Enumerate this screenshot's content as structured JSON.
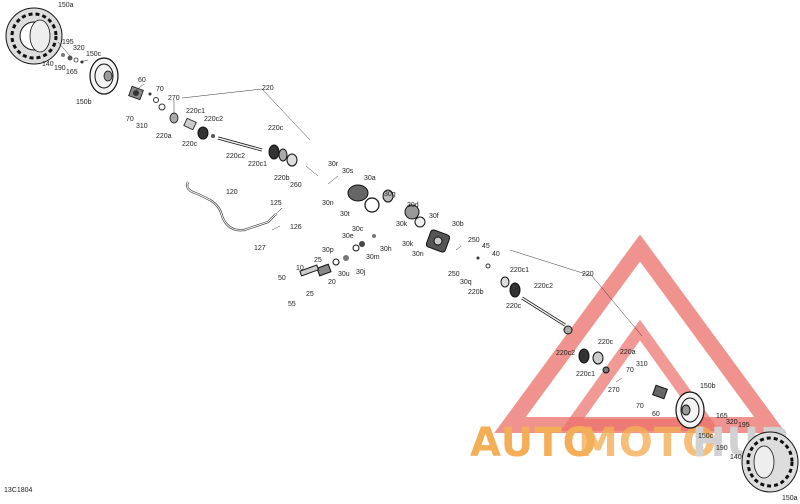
{
  "diagram_code": "13C1804",
  "watermark": {
    "text_orange": "AUTO",
    "text_gray_moto": "MOTO",
    "text_gray_hub": "HUB",
    "color_triangle": "#e8564f",
    "color_orange": "#f2a13a",
    "color_gray": "#c9c9c9"
  },
  "labels": [
    {
      "id": "150a-top",
      "text": "150a"
    },
    {
      "id": "195-top",
      "text": "195"
    },
    {
      "id": "320-top",
      "text": "320"
    },
    {
      "id": "150c-top",
      "text": "150c"
    },
    {
      "id": "140-top",
      "text": "140"
    },
    {
      "id": "190-top",
      "text": "190"
    },
    {
      "id": "165-top",
      "text": "165"
    },
    {
      "id": "60-top",
      "text": "60"
    },
    {
      "id": "150b-top",
      "text": "150b"
    },
    {
      "id": "70-top-a",
      "text": "70"
    },
    {
      "id": "70-top-b",
      "text": "70"
    },
    {
      "id": "270-top",
      "text": "270"
    },
    {
      "id": "310-top",
      "text": "310"
    },
    {
      "id": "220-top",
      "text": "220"
    },
    {
      "id": "220c1-top-a",
      "text": "220c1"
    },
    {
      "id": "220c2-top-a",
      "text": "220c2"
    },
    {
      "id": "220a-top",
      "text": "220a"
    },
    {
      "id": "220c-top-a",
      "text": "220c"
    },
    {
      "id": "220c-top-b",
      "text": "220c"
    },
    {
      "id": "220c2-top-b",
      "text": "220c2"
    },
    {
      "id": "220c1-top-b",
      "text": "220c1"
    },
    {
      "id": "220b-top",
      "text": "220b"
    },
    {
      "id": "260",
      "text": "260"
    },
    {
      "id": "30r",
      "text": "30r"
    },
    {
      "id": "30s",
      "text": "30s"
    },
    {
      "id": "30a",
      "text": "30a"
    },
    {
      "id": "30n-a",
      "text": "30n"
    },
    {
      "id": "30g",
      "text": "30g"
    },
    {
      "id": "30t",
      "text": "30t"
    },
    {
      "id": "30d",
      "text": "30d"
    },
    {
      "id": "30f",
      "text": "30f"
    },
    {
      "id": "30b",
      "text": "30b"
    },
    {
      "id": "30k-a",
      "text": "30k"
    },
    {
      "id": "30k-b",
      "text": "30k"
    },
    {
      "id": "30n-b",
      "text": "30n"
    },
    {
      "id": "30c",
      "text": "30c"
    },
    {
      "id": "30e",
      "text": "30e"
    },
    {
      "id": "30h",
      "text": "30h"
    },
    {
      "id": "30p",
      "text": "30p"
    },
    {
      "id": "30m",
      "text": "30m"
    },
    {
      "id": "30u",
      "text": "30u"
    },
    {
      "id": "30j",
      "text": "30j"
    },
    {
      "id": "120",
      "text": "120"
    },
    {
      "id": "125",
      "text": "125"
    },
    {
      "id": "126",
      "text": "126"
    },
    {
      "id": "127",
      "text": "127"
    },
    {
      "id": "10",
      "text": "10"
    },
    {
      "id": "25-a",
      "text": "25"
    },
    {
      "id": "25-b",
      "text": "25"
    },
    {
      "id": "20",
      "text": "20"
    },
    {
      "id": "50",
      "text": "50"
    },
    {
      "id": "55",
      "text": "55"
    },
    {
      "id": "250-a",
      "text": "250"
    },
    {
      "id": "250-b",
      "text": "250"
    },
    {
      "id": "45",
      "text": "45"
    },
    {
      "id": "40",
      "text": "40"
    },
    {
      "id": "30q",
      "text": "30q"
    },
    {
      "id": "220b-bot",
      "text": "220b"
    },
    {
      "id": "220c1-bot-a",
      "text": "220c1"
    },
    {
      "id": "220c2-bot-a",
      "text": "220c2"
    },
    {
      "id": "220c-bot-a",
      "text": "220c"
    },
    {
      "id": "220-bot",
      "text": "220"
    },
    {
      "id": "220c-bot-b",
      "text": "220c"
    },
    {
      "id": "220c2-bot-b",
      "text": "220c2"
    },
    {
      "id": "220a-bot",
      "text": "220a"
    },
    {
      "id": "220c1-bot-b",
      "text": "220c1"
    },
    {
      "id": "310-bot",
      "text": "310"
    },
    {
      "id": "70-bot-a",
      "text": "70"
    },
    {
      "id": "270-bot",
      "text": "270"
    },
    {
      "id": "70-bot-b",
      "text": "70"
    },
    {
      "id": "60-bot",
      "text": "60"
    },
    {
      "id": "150b-bot",
      "text": "150b"
    },
    {
      "id": "165-bot",
      "text": "165"
    },
    {
      "id": "320-bot",
      "text": "320"
    },
    {
      "id": "195-bot",
      "text": "195"
    },
    {
      "id": "150c-bot",
      "text": "150c"
    },
    {
      "id": "190-bot",
      "text": "190"
    },
    {
      "id": "140-bot",
      "text": "140"
    },
    {
      "id": "150a-bot",
      "text": "150a"
    }
  ]
}
